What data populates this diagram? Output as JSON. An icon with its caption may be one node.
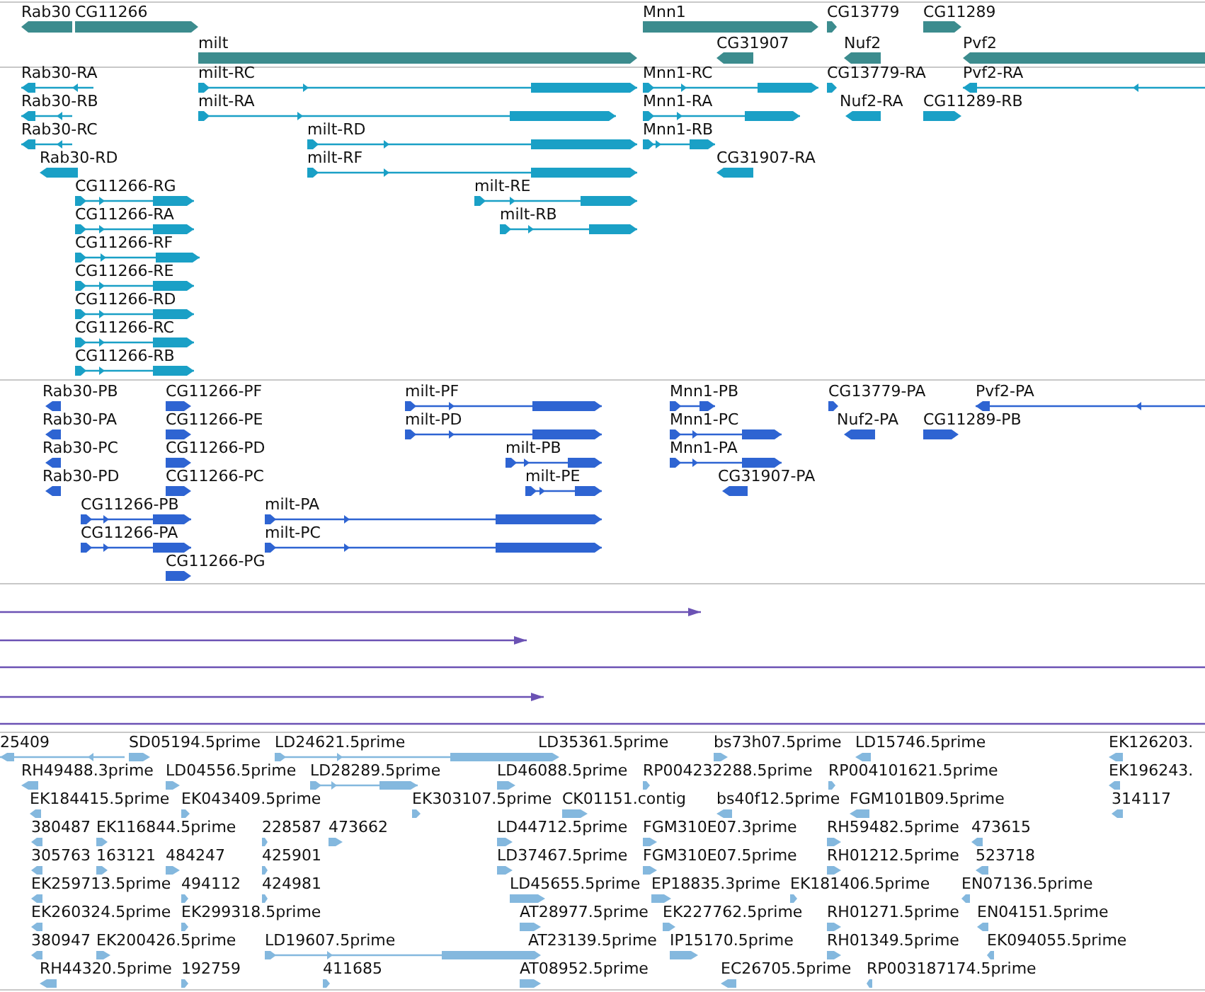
{
  "diagram": {
    "labels": [
      "Rab30",
      "CG11266",
      "Mnn1",
      "CG13779",
      "CG11289",
      "milt",
      "CG31907",
      "Nuf2",
      "Pvf2",
      "Rab30-RA",
      "milt-RC",
      "Mnn1-RC",
      "CG13779-RA",
      "Pvf2-RA",
      "Rab30-RB",
      "milt-RA",
      "Mnn1-RA",
      "Nuf2-RA",
      "CG11289-RB",
      "Rab30-RC",
      "milt-RD",
      "Mnn1-RB",
      "Rab30-RD",
      "milt-RF",
      "CG31907-RA",
      "CG11266-RG",
      "milt-RE",
      "CG11266-RA",
      "milt-RB",
      "CG11266-RF",
      "CG11266-RE",
      "CG11266-RD",
      "CG11266-RC",
      "CG11266-RB",
      "Rab30-PB",
      "CG11266-PF",
      "milt-PF",
      "Mnn1-PB",
      "CG13779-PA",
      "Pvf2-PA",
      "Rab30-PA",
      "CG11266-PE",
      "milt-PD",
      "Mnn1-PC",
      "Nuf2-PA",
      "CG11289-PB",
      "Rab30-PC",
      "CG11266-PD",
      "milt-PB",
      "Mnn1-PA",
      "Rab30-PD",
      "CG11266-PC",
      "milt-PE",
      "CG31907-PA",
      "CG11266-PB",
      "milt-PA",
      "CG11266-PA",
      "milt-PC",
      "CG11266-PG",
      "25409",
      "SD05194.5prime",
      "LD24621.5prime",
      "LD35361.5prime",
      "bs73h07.5prime",
      "LD15746.5prime",
      "EK126203.",
      "RH49488.3prime",
      "LD04556.5prime",
      "LD28289.5prime",
      "LD46088.5prime",
      "RP004232288.5prime",
      "RP004101621.5prime",
      "EK196243.",
      "EK184415.5prime",
      "EK043409.5prime",
      "EK303107.5prime",
      "CK01151.contig",
      "bs40f12.5prime",
      "FGM101B09.5prime",
      "314117",
      "380487",
      "EK116844.5prime",
      "228587",
      "473662",
      "LD44712.5prime",
      "FGM310E07.3prime",
      "RH59482.5prime",
      "473615",
      "305763",
      "163121",
      "484247",
      "425901",
      "LD37467.5prime",
      "FGM310E07.5prime",
      "RH01212.5prime",
      "523718",
      "EK259713.5prime",
      "494112",
      "424981",
      "LD45655.5prime",
      "EP18835.3prime",
      "EK181406.5prime",
      "EN07136.5prime",
      "EK260324.5prime",
      "EK299318.5prime",
      "AT28977.5prime",
      "EK227762.5prime",
      "RH01271.5prime",
      "EN04151.5prime",
      "380947",
      "EK200426.5prime",
      "LD19607.5prime",
      "AT23139.5prime",
      "IP15170.5prime",
      "RH01349.5prime",
      "EK094055.5prime",
      "RH44320.5prime",
      "192759",
      "411685",
      "AT08952.5prime",
      "EC26705.5prime",
      "RP003187174.5prime"
    ]
  }
}
